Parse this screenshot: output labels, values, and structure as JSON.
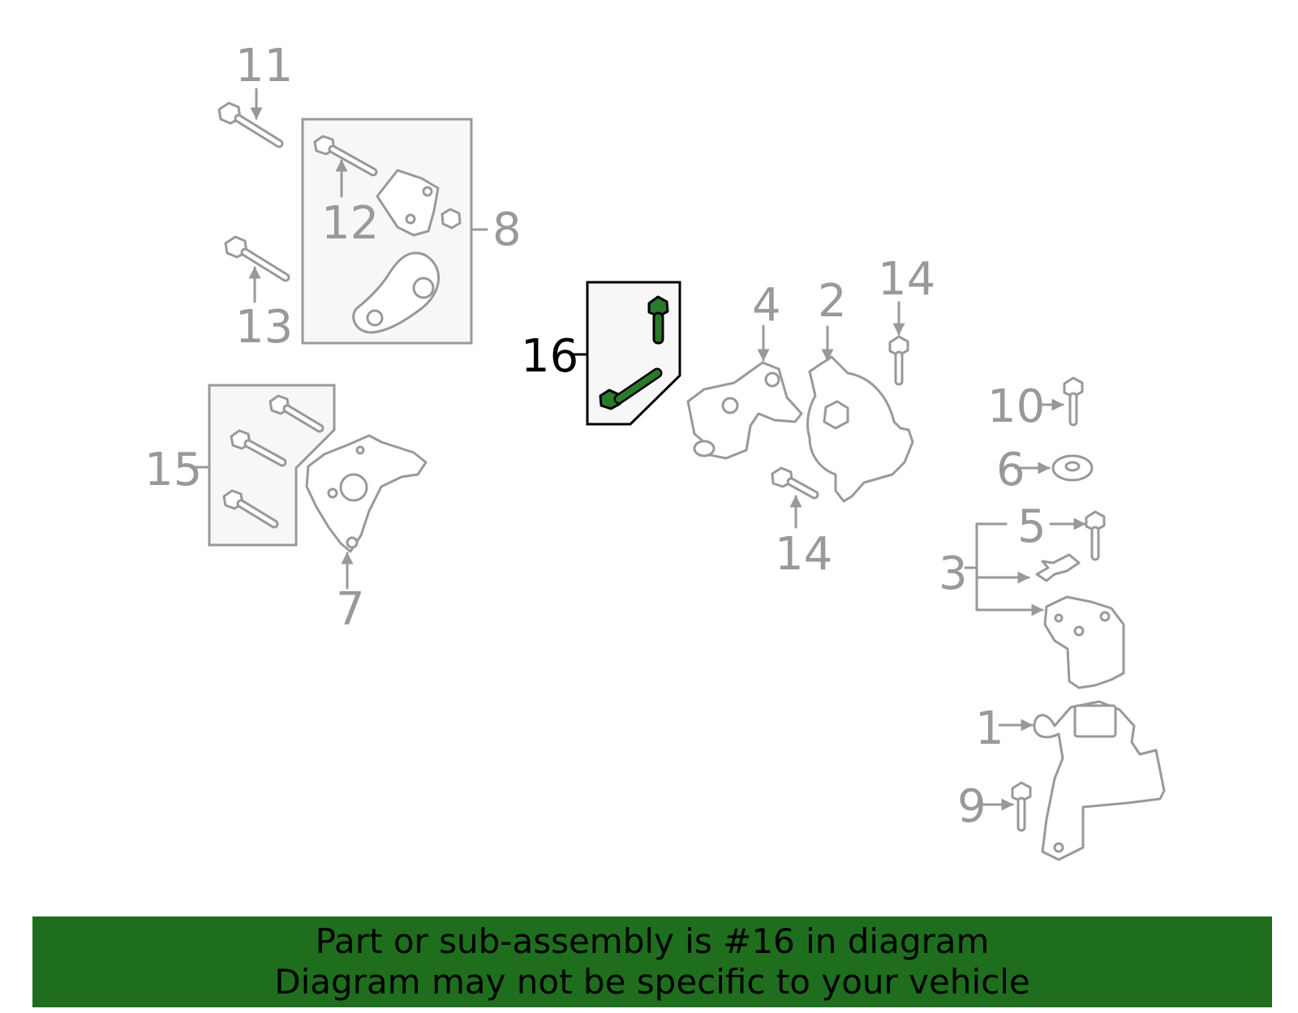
{
  "diagram": {
    "callouts": {
      "c1": "1",
      "c2": "2",
      "c3": "3",
      "c4": "4",
      "c5": "5",
      "c6": "6",
      "c7": "7",
      "c8": "8",
      "c9": "9",
      "c10": "10",
      "c11": "11",
      "c12": "12",
      "c13": "13",
      "c14a": "14",
      "c14b": "14",
      "c15": "15",
      "c16": "16"
    },
    "highlighted_part": "16",
    "colors": {
      "line": "#999999",
      "highlight_fill": "#2b7a2b",
      "banner": "#1e6e1e"
    }
  },
  "banner": {
    "line1": "Part or sub-assembly is #16 in diagram",
    "line2": "Diagram may not be specific to your vehicle"
  }
}
